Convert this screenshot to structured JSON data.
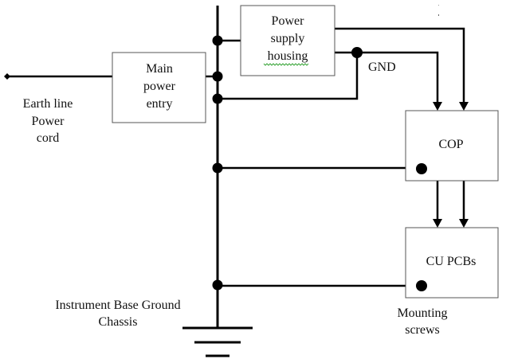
{
  "diagram": {
    "title": "Grounding diagram",
    "nodes": {
      "power_supply": {
        "lines": [
          "Power",
          "supply",
          "housing"
        ]
      },
      "main_power_entry": {
        "lines": [
          "Main",
          "power",
          "entry"
        ]
      },
      "cop": {
        "label": "COP"
      },
      "cu_pcbs": {
        "label": "CU PCBs"
      }
    },
    "labels": {
      "earth_line": [
        "Earth line",
        "Power",
        "cord"
      ],
      "gnd": "GND",
      "instrument_base": [
        "Instrument Base Ground",
        "Chassis"
      ],
      "mounting_screws": [
        "Mounting",
        "screws"
      ]
    },
    "edges": [
      {
        "from": "earth_line",
        "to": "main_power_entry",
        "type": "line"
      },
      {
        "from": "main_power_entry",
        "to": "chassis_bus",
        "type": "junction"
      },
      {
        "from": "chassis_bus",
        "to": "power_supply",
        "type": "junction"
      },
      {
        "from": "power_supply",
        "to": "cop",
        "type": "arrow"
      },
      {
        "from": "power_supply",
        "to": "cop",
        "type": "arrow",
        "label": "GND"
      },
      {
        "from": "gnd",
        "to": "chassis_bus",
        "type": "junction"
      },
      {
        "from": "chassis_bus",
        "to": "cop",
        "type": "junction"
      },
      {
        "from": "cop",
        "to": "cu_pcbs",
        "type": "arrow",
        "count": 2
      },
      {
        "from": "chassis_bus",
        "to": "cu_pcbs",
        "type": "junction",
        "label": "Mounting screws"
      },
      {
        "from": "chassis_bus",
        "to": "instrument_base_ground",
        "type": "ground"
      }
    ]
  }
}
